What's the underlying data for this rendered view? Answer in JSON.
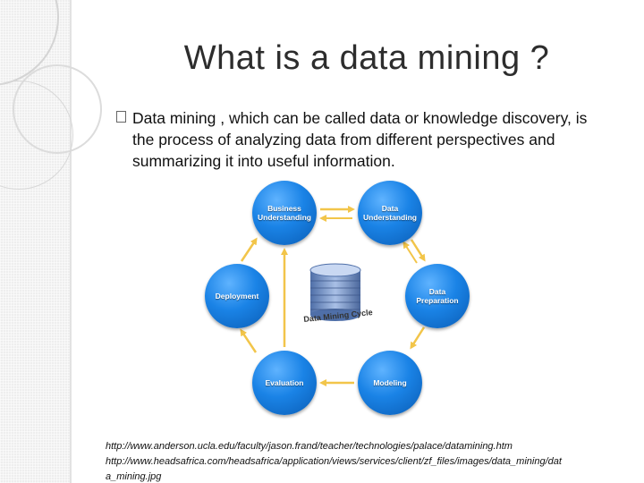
{
  "slide": {
    "title": "What is a data mining ?",
    "bullet": {
      "icon": "checkbox-bullet-icon",
      "text": "Data mining , which can be called data or knowledge discovery,  is the process of analyzing data from different perspectives and summarizing it into useful information."
    }
  },
  "diagram": {
    "center_label": "Data Mining Cycle",
    "center_icon": "database-cylinder-icon",
    "node_color": "#1a83e6",
    "arrow_color": "#f2c54a",
    "nodes": {
      "business": "Business Understanding",
      "data_understanding": "Data Understanding",
      "data_preparation": "Data Preparation",
      "modeling": "Modeling",
      "evaluation": "Evaluation",
      "deployment": "Deployment"
    }
  },
  "sources": {
    "line1": "http://www.anderson.ucla.edu/faculty/jason.frand/teacher/technologies/palace/datamining.htm",
    "line2": "http://www.headsafrica.com/headsafrica/application/views/services/client/zf_files/images/data_mining/dat",
    "line3": "a_mining.jpg"
  }
}
